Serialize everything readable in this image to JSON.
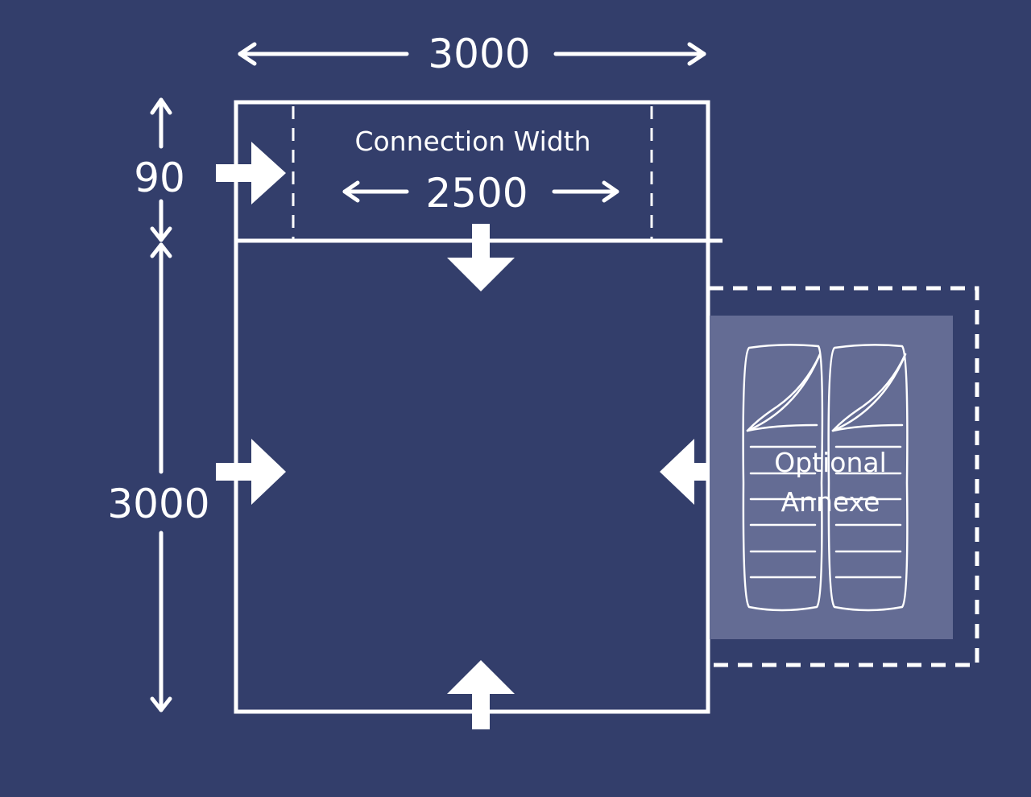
{
  "colors": {
    "background": "#333e6b",
    "line": "#ffffff",
    "annexe_fill": "#646c94"
  },
  "dimensions": {
    "total_width": "3000",
    "porch_depth": "90",
    "awning_depth": "3000",
    "connection_width": "2500"
  },
  "labels": {
    "connection_width": "Connection Width",
    "annexe_line1": "Optional",
    "annexe_line2": "Annexe"
  },
  "icons": {
    "entry_arrows": "block-arrow-icon",
    "annexe_beds": "sleeping-bag-icon"
  }
}
